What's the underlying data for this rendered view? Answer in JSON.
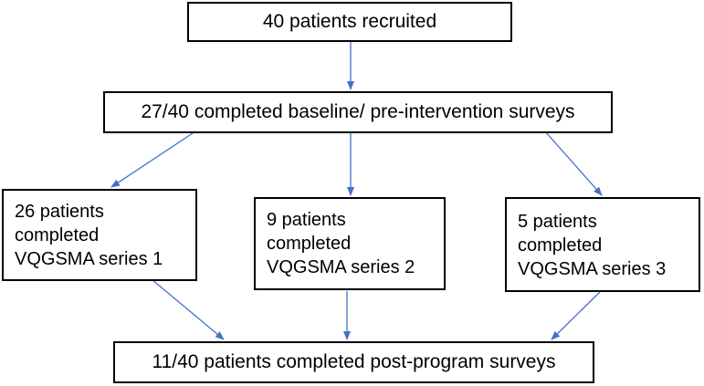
{
  "diagram": {
    "recruited": "40 patients recruited",
    "baseline": "27/40 completed baseline/ pre-intervention surveys",
    "series": [
      {
        "lines": [
          "26 patients",
          "completed",
          "VQGSMA series 1"
        ]
      },
      {
        "lines": [
          "9 patients",
          "completed",
          "VQGSMA series 2"
        ]
      },
      {
        "lines": [
          "5 patients",
          "completed",
          "VQGSMA series 3"
        ]
      }
    ],
    "post": "11/40 patients completed post-program surveys"
  },
  "colors": {
    "arrow": "#4472C4",
    "border": "#000000"
  }
}
